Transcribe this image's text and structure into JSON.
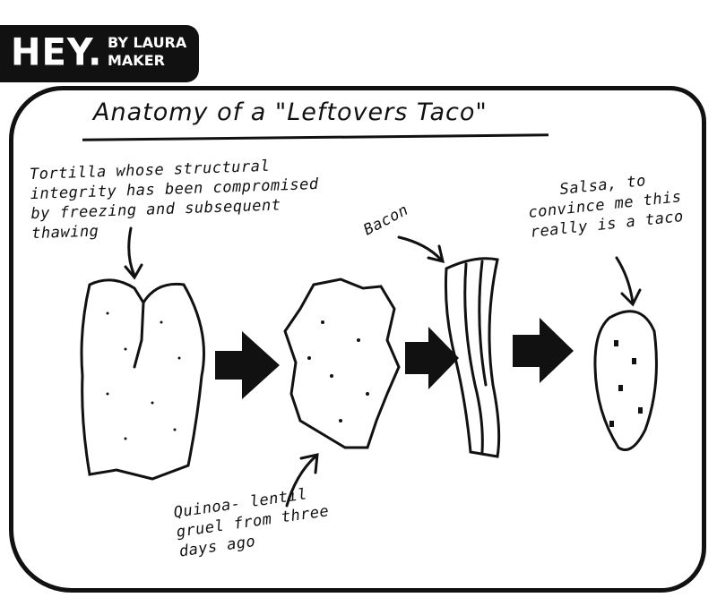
{
  "logo": {
    "main": "HEY.",
    "byline": "BY LAURA MAKER"
  },
  "title": "Anatomy of a \"Leftovers Taco\"",
  "annotations": {
    "tortilla": "Tortilla whose structural integrity has been compromised by freezing and subsequent thawing",
    "bacon": "Bacon",
    "salsa": "Salsa, to convince me this really is a taco",
    "gruel": "Quinoa- lentil gruel from three days ago"
  }
}
